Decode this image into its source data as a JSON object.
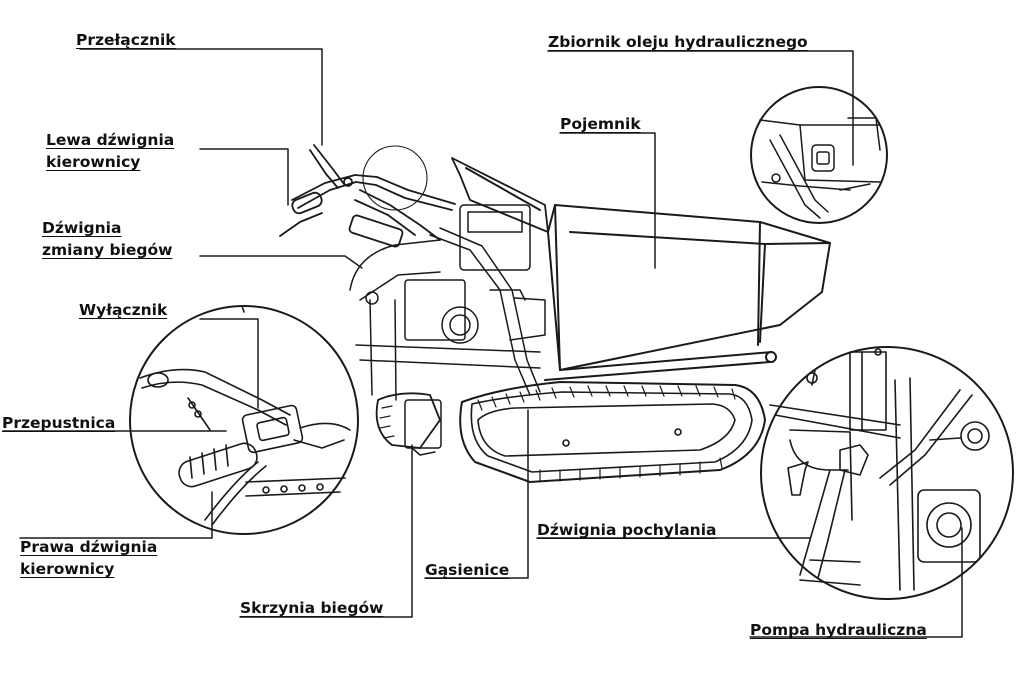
{
  "labels": {
    "przelacznik": "Przełącznik",
    "lewa_dzwignia_1": "Lewa dźwignia",
    "lewa_dzwignia_2": "kierownicy",
    "dzwignia_zmiany_1": "Dźwignia",
    "dzwignia_zmiany_2": "zmiany biegów",
    "wylacznik": "Wyłącznik",
    "przepustnica": "Przepustnica",
    "prawa_dzwignia_1": "Prawa dźwignia",
    "prawa_dzwignia_2": "kierownicy",
    "skrzynia_biegow": "Skrzynia biegów",
    "gasienice": "Gąsienice",
    "dzwignia_pochylania": "Dźwignia pochylania",
    "pompa_hydrauliczna": "Pompa hydrauliczna",
    "pojemnik": "Pojemnik",
    "zbiornik_oleju": "Zbiornik oleju hydraulicznego"
  },
  "colors": {
    "line": "#1a1a1a",
    "text": "#111111",
    "background": "#ffffff"
  }
}
